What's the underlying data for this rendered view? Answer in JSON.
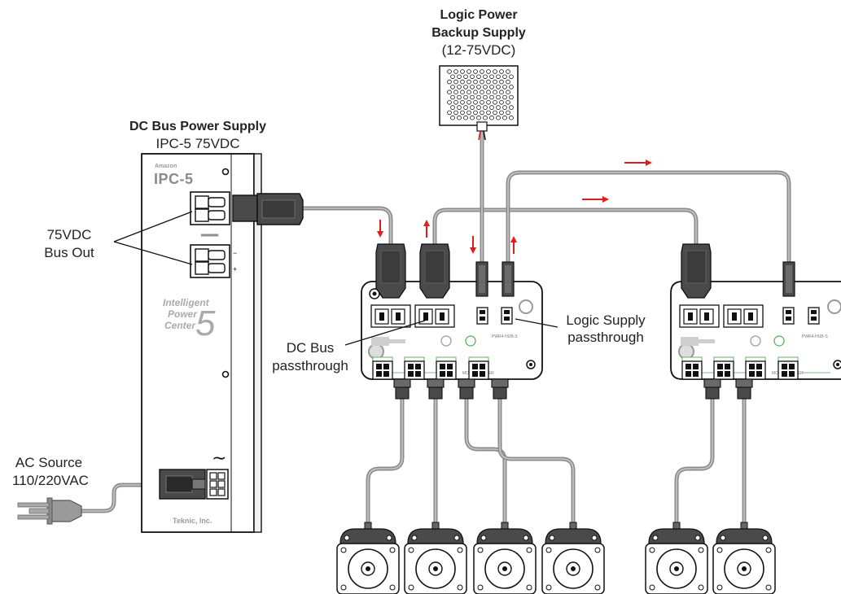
{
  "labels": {
    "logic_backup": {
      "line1": "Logic Power",
      "line2": "Backup Supply",
      "line3": "(12-75VDC)"
    },
    "dc_bus_supply": {
      "line1": "DC Bus Power Supply",
      "line2": "IPC-5 75VDC"
    },
    "bus_out": {
      "line1": "75VDC",
      "line2": "Bus Out"
    },
    "ac_source": {
      "line1": "AC Source",
      "line2": "110/220VAC"
    },
    "dc_bus_pass": {
      "line1": "DC Bus",
      "line2": "passthrough"
    },
    "logic_pass": {
      "line1": "Logic Supply",
      "line2": "passthrough"
    }
  },
  "ipc": {
    "brand_small": "Amazon",
    "model": "IPC-5",
    "name_line1": "Intelligent",
    "name_line2": "Power",
    "name_line3": "Center",
    "name_digit": "5",
    "maker": "Teknic, Inc.",
    "minus": "−",
    "plus": "+",
    "dc_symbol": "═══",
    "ac_symbol": "∼"
  },
  "hub": {
    "label": "PWR4-HUB-S",
    "motor_power": "MOTOR POWER"
  },
  "colors": {
    "cable": "#8c8c8c",
    "arrow": "#e21b1b",
    "connector": "#4a4a4a",
    "board_outline": "#222222"
  }
}
